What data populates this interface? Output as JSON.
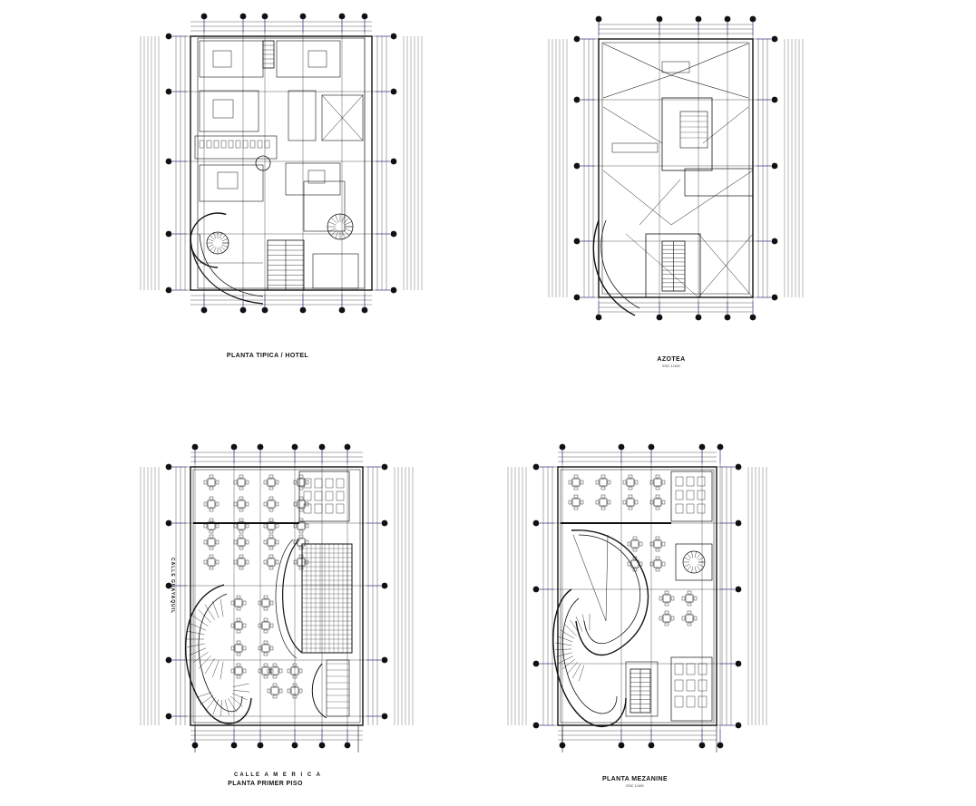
{
  "sheet": {
    "background": "#ffffff",
    "line_color": "#111111",
    "dimension_color": "#2a2aa0"
  },
  "plans": [
    {
      "id": "planta-tipica",
      "title": "PLANTA TIPICA / HOTEL",
      "scale": ""
    },
    {
      "id": "azotea",
      "title": "AZOTEA",
      "scale": "ESC 1/100"
    },
    {
      "id": "planta-primer-piso",
      "title": "PLANTA PRIMER PISO",
      "scale": "",
      "street_bottom": "CALLE   A M E R I C A",
      "street_side": "CALLE GUAYAQUIL"
    },
    {
      "id": "planta-mezanine",
      "title": "PLANTA MEZANINE",
      "scale": "ESC 1/100"
    }
  ]
}
